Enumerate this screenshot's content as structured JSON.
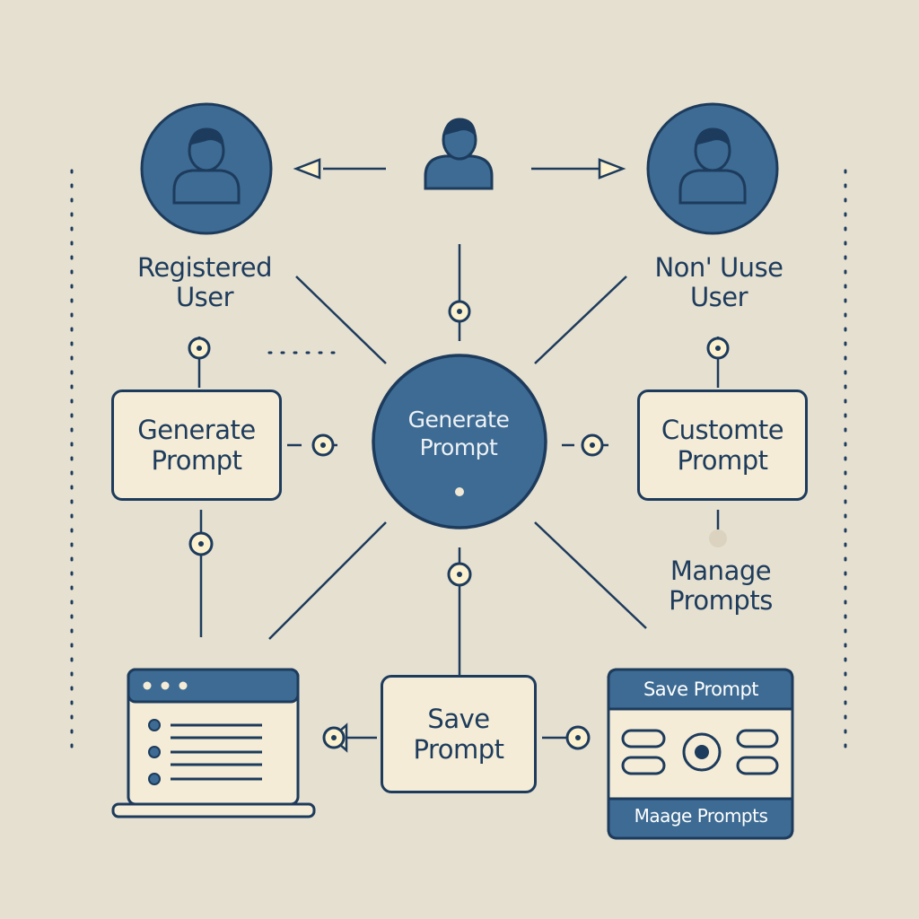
{
  "colors": {
    "background": "#e6e0d0",
    "navy": "#1d3b5c",
    "blue": "#3d6b93",
    "box_fill": "#f4ecd6",
    "node_fill": "#fbf1cf"
  },
  "actors": {
    "registered_user_line1": "Registered",
    "registered_user_line2": "User",
    "non_user_line1": "Non' Uuse",
    "non_user_line2": "User"
  },
  "hub": {
    "line1": "Generate",
    "line2": "Prompt"
  },
  "boxes": {
    "generate_line1": "Generate",
    "generate_line2": "Prompt",
    "customize_line1": "Customte",
    "customize_line2": "Prompt",
    "save_line1": "Save",
    "save_line2": "Prompt"
  },
  "manage_label": {
    "line1": "Manage",
    "line2": "Prompts"
  },
  "panel": {
    "header": "Save Prompt",
    "footer": "Maage Prompts"
  },
  "icons": {
    "user_left": "user-icon",
    "user_center": "user-icon",
    "user_right": "user-icon",
    "browser": "browser-window-icon"
  }
}
